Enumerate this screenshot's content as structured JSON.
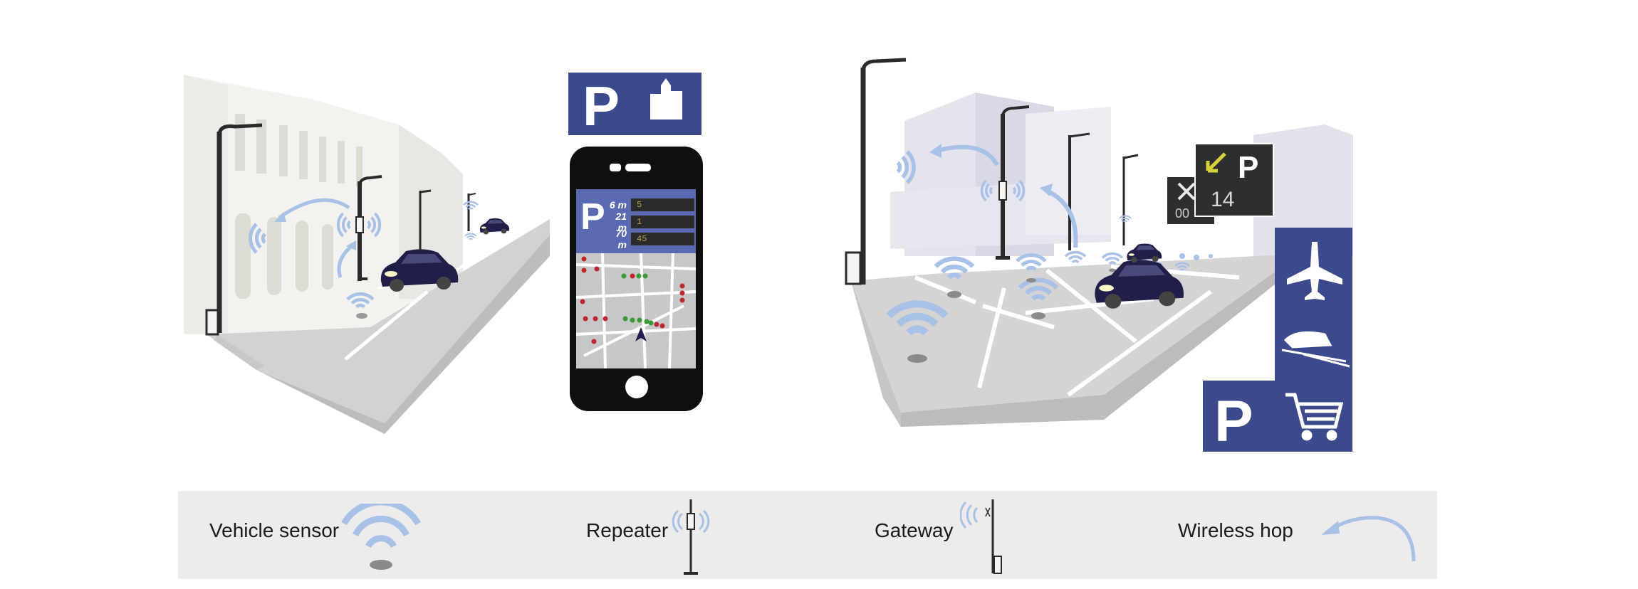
{
  "phone": {
    "rows": [
      {
        "dist": "6 m",
        "count": "5"
      },
      {
        "dist": "21 m",
        "count": "1"
      },
      {
        "dist": "70 m",
        "count": "45"
      }
    ]
  },
  "signs": {
    "parking_letter": "P",
    "vms_count": "14",
    "vms_closed": "00"
  },
  "legend": {
    "vehicle_sensor": "Vehicle sensor",
    "repeater": "Repeater",
    "gateway": "Gateway",
    "wireless_hop": "Wireless hop"
  },
  "colors": {
    "navy": "#3b4a8c",
    "wave": "#a8c1e6",
    "pavement": "#d4d4d4",
    "car": "#1f1f4a",
    "legend_bg": "#ececec"
  }
}
